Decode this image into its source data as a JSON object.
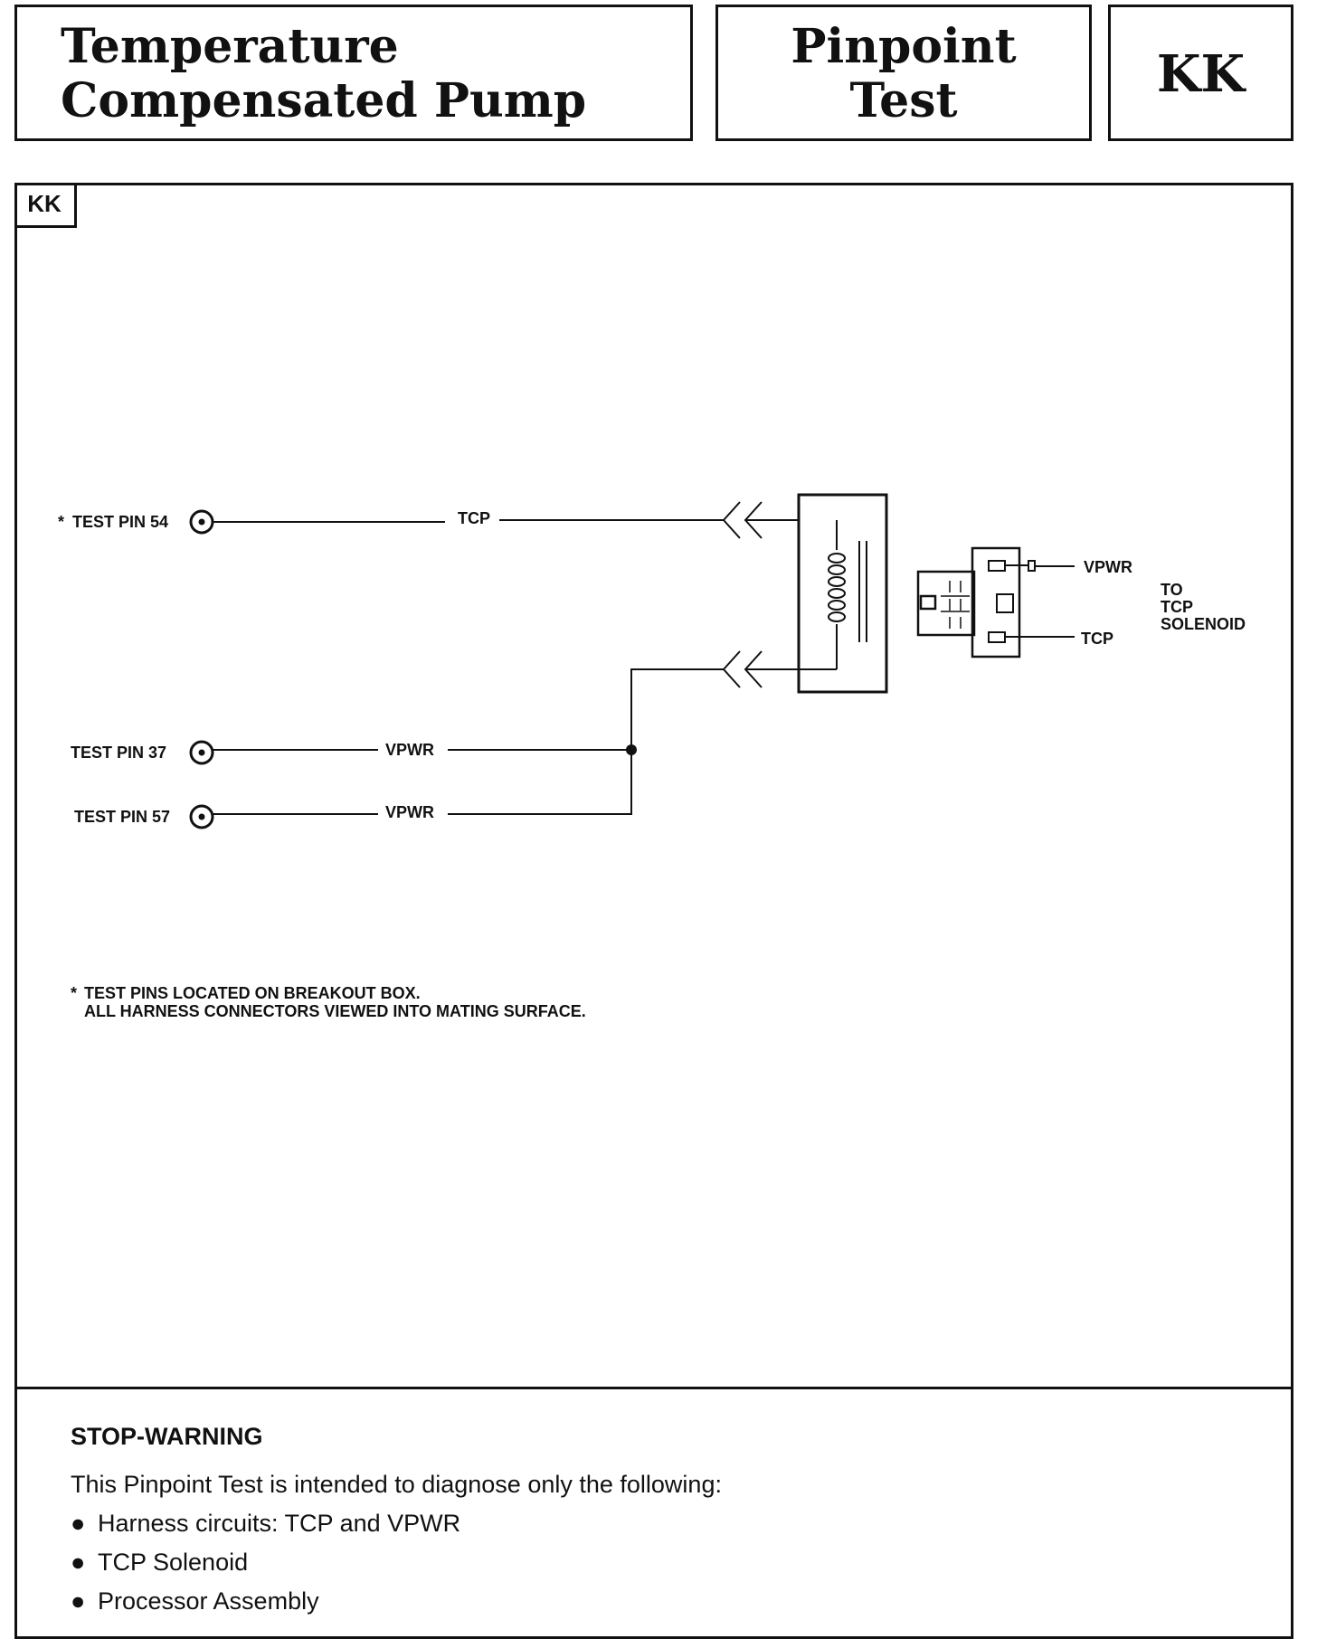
{
  "header": {
    "title_line1": "Temperature",
    "title_line2": "Compensated Pump",
    "section_line1": "Pinpoint",
    "section_line2": "Test",
    "code": "KK"
  },
  "diagram": {
    "tag": "KK",
    "test_pin_54": "TEST PIN 54",
    "test_pin_37": "TEST PIN 37",
    "test_pin_57": "TEST PIN 57",
    "asterisk": "*",
    "wire_tcp": "TCP",
    "wire_vpwr_1": "VPWR",
    "wire_vpwr_2": "VPWR",
    "connector_vpwr": "VPWR",
    "connector_tcp": "TCP",
    "to_line1": "TO",
    "to_line2": "TCP",
    "to_line3": "SOLENOID",
    "note_line1": "TEST PINS LOCATED ON BREAKOUT BOX.",
    "note_line2": "ALL HARNESS CONNECTORS VIEWED INTO MATING SURFACE."
  },
  "warning": {
    "heading": "STOP-WARNING",
    "intro": "This Pinpoint Test is intended to diagnose only the following:",
    "items": [
      "Harness circuits: TCP and VPWR",
      "TCP Solenoid",
      "Processor Assembly"
    ]
  }
}
